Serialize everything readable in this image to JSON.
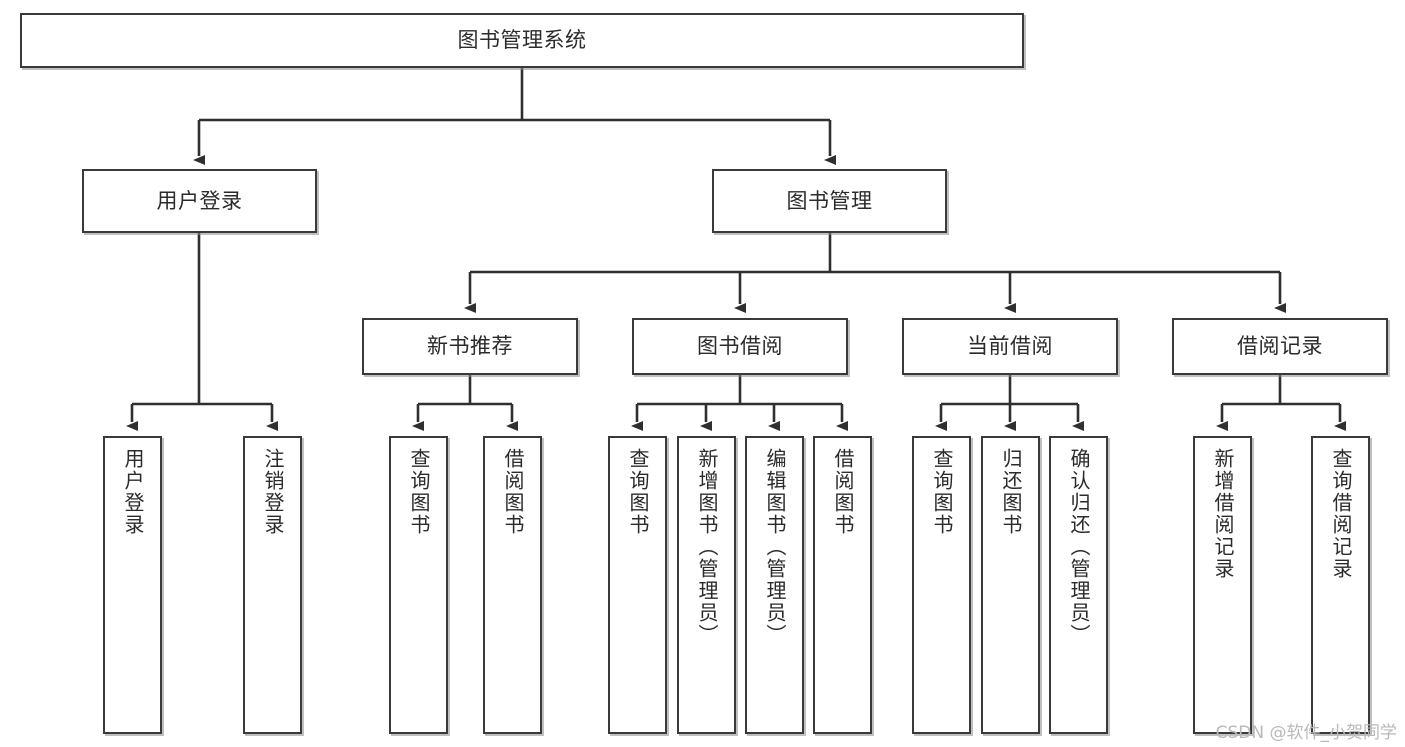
{
  "diagram": {
    "title": "图书管理系统",
    "type": "hierarchy-tree",
    "root": {
      "id": "root",
      "label": "图书管理系统"
    },
    "level2": [
      {
        "id": "user-login",
        "label": "用户登录"
      },
      {
        "id": "book-manage",
        "label": "图书管理"
      }
    ],
    "level3": [
      {
        "id": "new-book-rec",
        "label": "新书推荐"
      },
      {
        "id": "book-borrow",
        "label": "图书借阅"
      },
      {
        "id": "current-borrow",
        "label": "当前借阅"
      },
      {
        "id": "borrow-record",
        "label": "借阅记录"
      }
    ],
    "leaves": {
      "user_login": [
        {
          "id": "leaf-user-login",
          "label": "用户登录"
        },
        {
          "id": "leaf-user-logout",
          "label": "注销登录"
        }
      ],
      "new_book_rec": [
        {
          "id": "leaf-query-book-1",
          "label": "查询图书"
        },
        {
          "id": "leaf-borrow-book-1",
          "label": "借阅图书"
        }
      ],
      "book_borrow": [
        {
          "id": "leaf-query-book-2",
          "label": "查询图书"
        },
        {
          "id": "leaf-add-book",
          "label": "新增图书（管理员）"
        },
        {
          "id": "leaf-edit-book",
          "label": "编辑图书（管理员）"
        },
        {
          "id": "leaf-borrow-book-2",
          "label": "借阅图书"
        }
      ],
      "current_borrow": [
        {
          "id": "leaf-query-book-3",
          "label": "查询图书"
        },
        {
          "id": "leaf-return-book",
          "label": "归还图书"
        },
        {
          "id": "leaf-confirm-return",
          "label": "确认归还（管理员）"
        }
      ],
      "borrow_record": [
        {
          "id": "leaf-add-record",
          "label": "新增借阅记录"
        },
        {
          "id": "leaf-query-record",
          "label": "查询借阅记录"
        }
      ]
    }
  },
  "watermark": {
    "text": "CSDN @软件_小贺同学"
  },
  "colors": {
    "box_border": "#3a3a3a",
    "box_fill": "#ffffff",
    "edge": "#2f2f2f",
    "text": "#2b2b2b",
    "watermark": "#b9b9b9",
    "page_background": "#ffffff"
  }
}
